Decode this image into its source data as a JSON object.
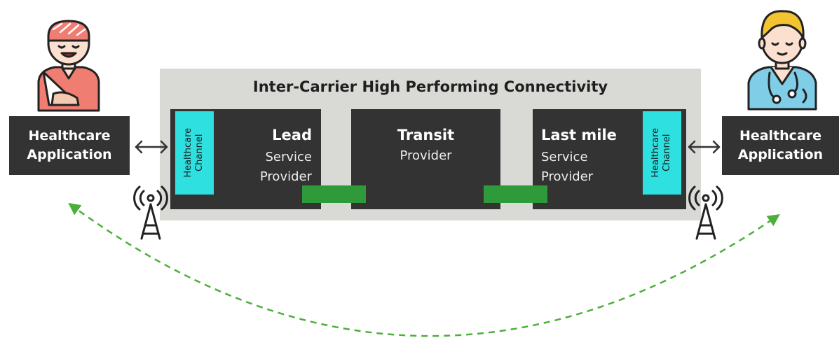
{
  "diagram": {
    "title": "Inter-Carrier High Performing Connectivity",
    "left_application": {
      "line1": "Healthcare",
      "line2": "Application"
    },
    "right_application": {
      "line1": "Healthcare",
      "line2": "Application"
    },
    "providers": [
      {
        "name": "Lead",
        "sub1": "Service",
        "sub2": "Provider"
      },
      {
        "name": "Transit",
        "sub1": "Provider"
      },
      {
        "name": "Last mile",
        "sub1": "Service",
        "sub2": "Provider"
      }
    ],
    "left_channel": {
      "line1": "Healthcare",
      "line2": "Channel"
    },
    "right_channel": {
      "line1": "Healthcare",
      "line2": "Channel"
    },
    "icons": {
      "patient": "patient-icon",
      "doctor": "doctor-icon",
      "tower": "radio-tower-icon"
    },
    "colors": {
      "panel": "#d9d9d6",
      "box": "#333333",
      "channel": "#2ee0e0",
      "link": "#2e9a3a",
      "dashed_arrow": "#4caf3a"
    }
  }
}
